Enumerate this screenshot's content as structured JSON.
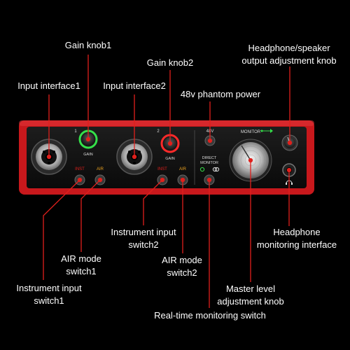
{
  "labels": {
    "gain_knob1": "Gain knob1",
    "gain_knob2": "Gain knob2",
    "headphone_speaker_line1": "Headphone/speaker",
    "headphone_speaker_line2": "output adjustment knob",
    "input_interface1": "Input interface1",
    "input_interface2": "Input interface2",
    "phantom_power": "48v phantom power",
    "instrument_input_switch2_line1": "Instrument input",
    "instrument_input_switch2_line2": "switch2",
    "headphone_monitoring_line1": "Headphone",
    "headphone_monitoring_line2": "monitoring interface",
    "air_mode_switch1_line1": "AIR mode",
    "air_mode_switch1_line2": "switch1",
    "air_mode_switch2_line1": "AIR mode",
    "air_mode_switch2_line2": "switch2",
    "instrument_input_switch1_line1": "Instrument input",
    "instrument_input_switch1_line2": "switch1",
    "master_level_line1": "Master level",
    "master_level_line2": "adjustment knob",
    "realtime_monitoring": "Real-time monitoring switch"
  },
  "panel": {
    "ch1": "1",
    "ch2": "2",
    "gain": "GAIN",
    "inst": "INST",
    "air": "AIR",
    "v48": "48V",
    "direct": "DIRECT",
    "monitor_small": "MONITOR",
    "monitor": "MONITOR"
  },
  "colors": {
    "panel_red": "#c8181c",
    "leader_red": "#e0201c",
    "ring_green": "#35e04a",
    "ring_red": "#ff2a2a"
  }
}
